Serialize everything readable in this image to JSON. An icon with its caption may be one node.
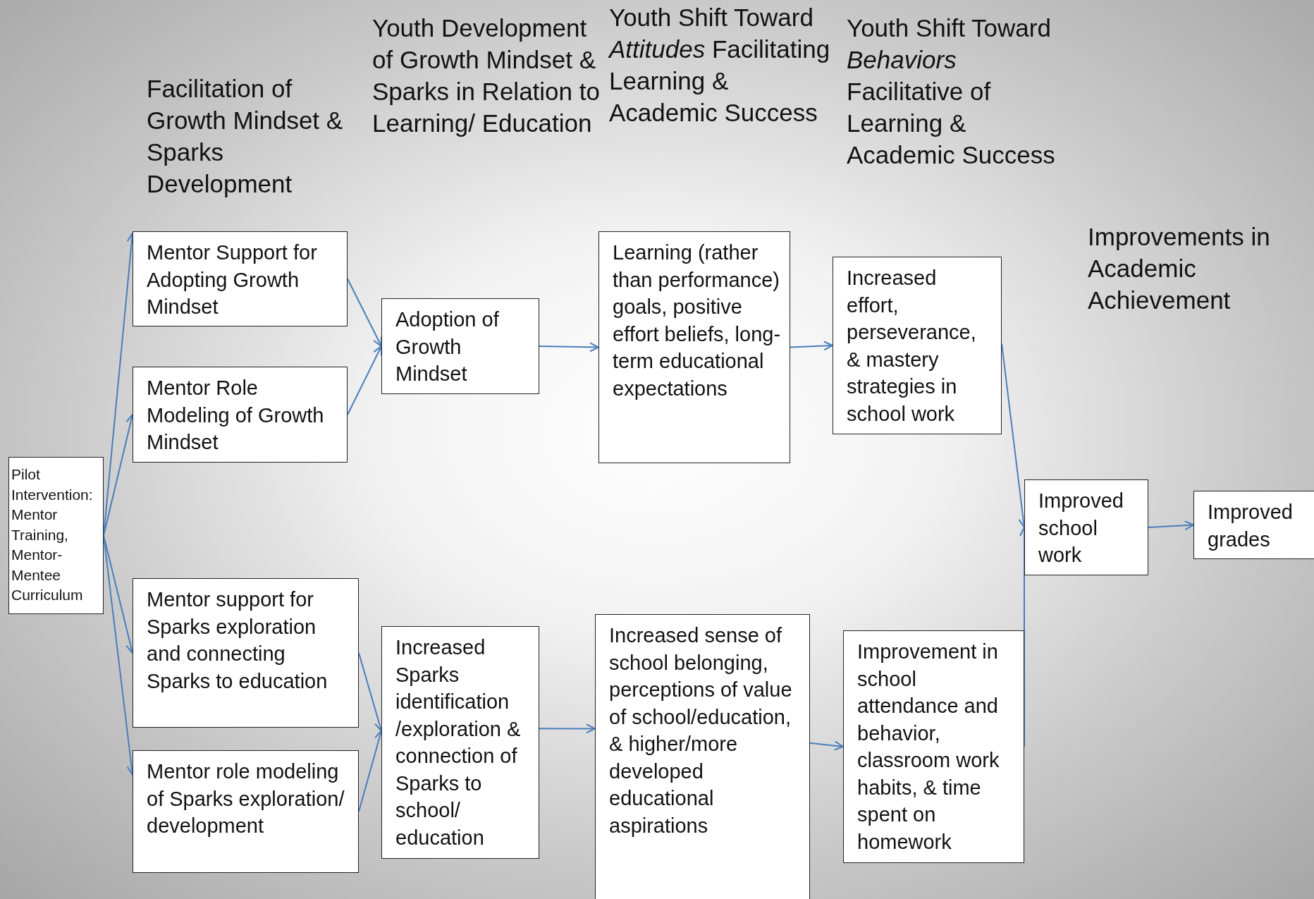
{
  "diagram": {
    "nodes": [
      {
        "text": [
          "Pilot Intervention: Mentor Training, Mentor-Mentee Curriculum"
        ]
      },
      {
        "text": [
          "Mentor Support for Adopting Growth Mindset"
        ]
      },
      {
        "text": [
          "Mentor Role Modeling of Growth Mindset"
        ]
      },
      {
        "text": [
          "Mentor support for Sparks exploration and connecting Sparks to education"
        ]
      },
      {
        "text": [
          "Mentor role modeling of Sparks exploration/ development"
        ]
      },
      {
        "text": [
          "Adoption of Growth Mindset"
        ]
      },
      {
        "text": [
          "Increased Sparks identification /exploration & connection of  Sparks to school/ education"
        ]
      },
      {
        "text": [
          "Learning (rather than performance) goals, positive effort beliefs, long-term educational expectations"
        ]
      },
      {
        "text": [
          "Increased sense of school belonging, perceptions of value of school/education, & higher/more developed educational aspirations"
        ]
      },
      {
        "text": [
          "Increased effort, perseverance, & mastery strategies in school work"
        ]
      },
      {
        "text": [
          "Improvement in school attendance and behavior, classroom work habits, & time spent on homework"
        ]
      },
      {
        "text": [
          "Improved school work"
        ]
      },
      {
        "text": [
          "Improved grades"
        ]
      }
    ],
    "edges": [
      {
        "from": 0,
        "to": 1,
        "arrow": "to"
      },
      {
        "from": 0,
        "to": 2,
        "arrow": "to"
      },
      {
        "from": 0,
        "to": 3,
        "arrow": "to"
      },
      {
        "from": 0,
        "to": 4,
        "arrow": "to"
      },
      {
        "from": 1,
        "to": 5,
        "arrow": "to"
      },
      {
        "from": 2,
        "to": 5,
        "arrow": "to"
      },
      {
        "from": 5,
        "to": 7,
        "arrow": "to"
      },
      {
        "from": 7,
        "to": 9,
        "arrow": "to"
      },
      {
        "from": 9,
        "to": 11,
        "arrow": "to"
      },
      {
        "from": 10,
        "to": 11,
        "arrow": "to"
      },
      {
        "from": 11,
        "to": 12,
        "arrow": "to"
      },
      {
        "from": 3,
        "to": 6,
        "arrow": "to"
      },
      {
        "from": 4,
        "to": 6,
        "arrow": "to"
      },
      {
        "from": 6,
        "to": 8,
        "arrow": "to"
      },
      {
        "from": 8,
        "to": 10,
        "arrow": "to"
      }
    ],
    "labels": [
      "Facilitation of Growth Mindset & Sparks Development",
      "Youth Development of Growth Mindset & Sparks in Relation to Learning/ Education",
      "Youth Shift Toward *Attitudes* Facilitating Learning & Academic Success",
      "Youth Shift Toward *Behaviors* Facilitative of Learning & Academic Success",
      "Improvements in Academic Achievement"
    ]
  }
}
